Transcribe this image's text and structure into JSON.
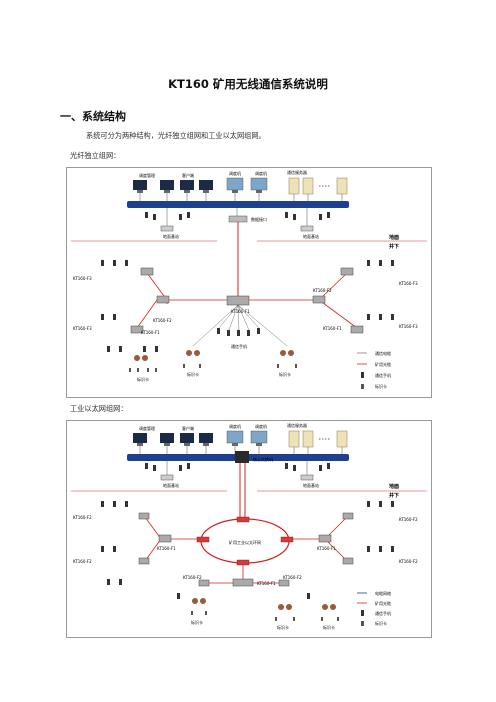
{
  "doc": {
    "title": "KT160 矿用无线通信系统说明",
    "section1": "一、系统结构",
    "intro": "系统可分为两种结构，光纤独立组网和工业以太网组网。",
    "fig1_caption": "光纤独立组网：",
    "fig2_caption": "工业以太网组网："
  },
  "fig1": {
    "top_labels": [
      "调度管理",
      "客户端",
      "调度机",
      "调度机",
      "通信服务器"
    ],
    "gateway": "数据接口",
    "base_left": "地面基站",
    "base_right": "地面基站",
    "ground": "地面",
    "underground": "井下",
    "node_center": "KT160-F1",
    "node_left_top": "KT160-F2",
    "node_left_bottom": "KT160-F1",
    "node_right_top": "KT160-F2",
    "node_right_bottom": "KT160-F1",
    "leaf_lt": "KT160-F3",
    "leaf_lb": "KT160-F3",
    "leaf_rt": "KT160-F3",
    "leaf_rb": "KT160-F3",
    "handset_label": "通信手机",
    "tag_left": "标识卡",
    "tag_mid": "标识卡",
    "tag_right": "标识卡",
    "legend": [
      "通信电缆",
      "矿用光缆",
      "通信手机",
      "标识卡"
    ]
  },
  "fig2": {
    "top_labels": [
      "调度管理",
      "客户端",
      "调度机",
      "调度机",
      "通信服务器"
    ],
    "core_switch": "核心交换机",
    "base_left": "地面基站",
    "base_right": "地面基站",
    "ground": "地面",
    "underground": "井下",
    "ring": "矿用工业以太环网",
    "node_left": "KT160-F1",
    "node_right": "KT160-F1",
    "node_bottom": "KT160-F1",
    "leaf_lt": "KT160-F2",
    "leaf_lb": "KT160-F2",
    "leaf_rt": "KT160-F2",
    "leaf_rb": "KT160-F2",
    "leaf_b1": "KT160-F2",
    "leaf_b2": "KT160-F2",
    "tag_left": "标识卡",
    "tag_mid": "标识卡",
    "tag_right": "标识卡",
    "legend": [
      "电缆网络",
      "矿用光缆",
      "通信手机",
      "标识卡"
    ]
  },
  "colors": {
    "bus": "#1f3f8f",
    "fiber": "#d62020",
    "cable": "#555555",
    "ground_line": "#c83a3a"
  }
}
